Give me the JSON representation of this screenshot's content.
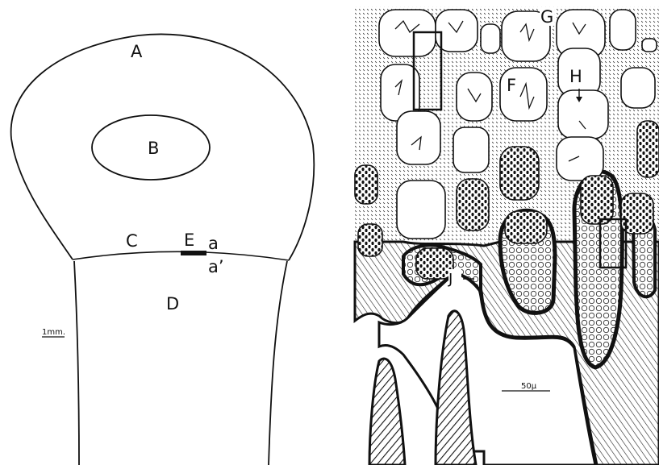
{
  "left_panel": {
    "labels": {
      "A": "A",
      "B": "B",
      "C": "C",
      "D": "D",
      "E": "E",
      "a": "a",
      "a_prime": "a’"
    },
    "scale_bar_label": "1mm."
  },
  "right_panel": {
    "labels": {
      "F": "F",
      "G": "G",
      "H": "H",
      "J": "J"
    },
    "scale_bar_label": "50µ"
  }
}
